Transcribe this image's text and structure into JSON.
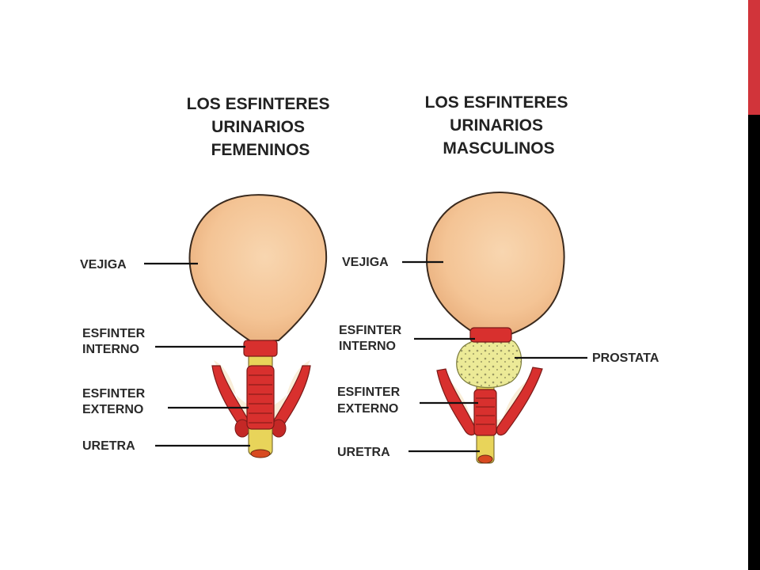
{
  "female": {
    "title_lines": [
      "LOS ESFINTERES",
      "URINARIOS",
      "FEMENINOS"
    ],
    "labels": {
      "vejiga": "VEJIGA",
      "esfinter_interno": [
        "ESFINTER",
        "INTERNO"
      ],
      "esfinter_externo": [
        "ESFINTER",
        "EXTERNO"
      ],
      "uretra": "URETRA"
    }
  },
  "male": {
    "title_lines": [
      "LOS ESFINTERES",
      "URINARIOS",
      "MASCULINOS"
    ],
    "labels": {
      "vejiga": "VEJIGA",
      "esfinter_interno": [
        "ESFINTER",
        "INTERNO"
      ],
      "prostata": "PROSTATA",
      "esfinter_externo": [
        "ESFINTER",
        "EXTERNO"
      ],
      "uretra": "URETRA"
    }
  },
  "colors": {
    "bladder": "#f4c495",
    "bladder_outline": "#3a2a1e",
    "muscle": "#d8302e",
    "prostate": "#ecea97",
    "accent_red": "#d1343a",
    "accent_black": "#000000"
  }
}
